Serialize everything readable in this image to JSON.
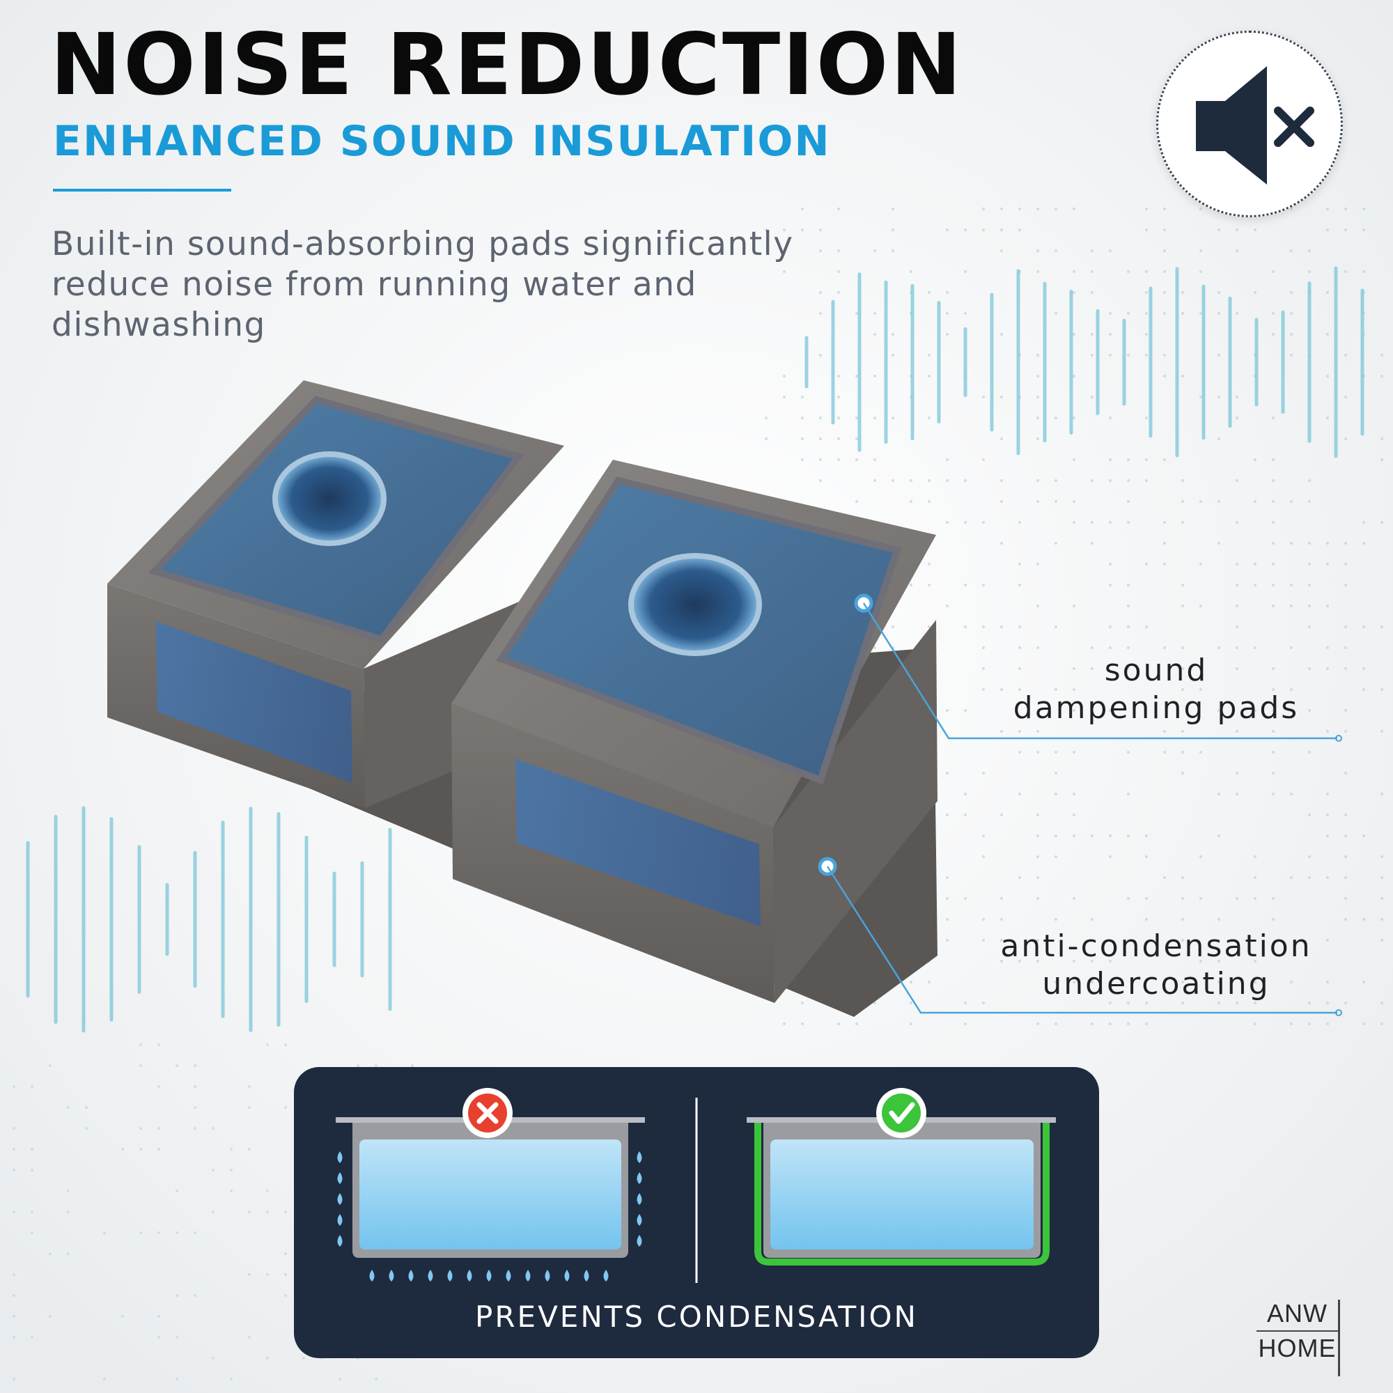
{
  "header": {
    "title": "NOISE REDUCTION",
    "subtitle": "ENHANCED SOUND INSULATION",
    "description": "Built-in sound-absorbing pads significantly reduce noise from running water and dishwashing"
  },
  "mute_badge": {
    "icon": "speaker-mute-icon"
  },
  "callouts": {
    "sound_pads": {
      "line1": "sound",
      "line2": "dampening pads"
    },
    "undercoating": {
      "line1": "anti-condensation",
      "line2": "undercoating"
    }
  },
  "comparison": {
    "caption": "PREVENTS CONDENSATION",
    "without_icon": "x-circle-icon",
    "with_icon": "check-circle-icon"
  },
  "brand": {
    "line1": "ANW",
    "line2": "HOME"
  },
  "colors": {
    "accent_blue": "#1a9bd7",
    "panel_navy": "#1e2a3e",
    "error_red": "#e8402f",
    "success_green": "#3cc43a",
    "sink_gray": "#6e6a68",
    "pad_blue": "#4a6f95"
  }
}
